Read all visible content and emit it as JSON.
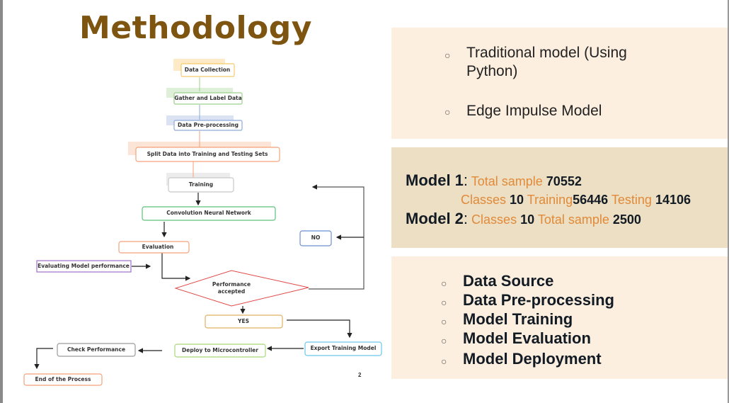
{
  "slide": {
    "title": "Methodology",
    "page_number": "2"
  },
  "flowchart": {
    "nodes": {
      "data_collection": "Data Collection",
      "gather_label": "Gather and Label Data",
      "preprocessing": "Data Pre-processing",
      "split": "Split Data into Training and Testing Sets",
      "training": "Training",
      "cnn": "Convolution Neural Network",
      "evaluation": "Evaluation",
      "evaluating_perf": "Evaluating Model performance",
      "decision_line1": "Performance",
      "decision_line2": "accepted",
      "no": "NO",
      "yes": "YES",
      "export": "Export Training Model",
      "deploy": "Deploy to Microcontroller",
      "check": "Check Performance",
      "end": "End of the Process"
    },
    "colors": {
      "data_collection": "#f5c96a",
      "gather_label": "#9ccf8a",
      "preprocessing": "#8eaadb",
      "split": "#f4a27a",
      "training": "#c8c8c8",
      "cnn": "#5cc27a",
      "evaluation": "#f4a27a",
      "evaluating_perf": "#a070c8",
      "decision": "#e04848",
      "no": "#6a8fd0",
      "yes": "#e0b060",
      "export": "#6ac8ea",
      "deploy": "#a8d87a",
      "check": "#9a9a9a",
      "end": "#f4a27a"
    }
  },
  "panel_models": {
    "items": [
      "Traditional model (Using Python)",
      "Edge Impulse Model"
    ],
    "item1_line1": "Traditional model (Using",
    "item1_line2": "Python)",
    "item2": "Edge Impulse Model"
  },
  "panel_stats": {
    "model1_label": "Model 1",
    "model1_total_label": "Total sample",
    "model1_total": "70552",
    "model1_classes_label": "Classes",
    "model1_classes": "10",
    "model1_training_label": "Training",
    "model1_training": "56446",
    "model1_testing_label": "Testing",
    "model1_testing": "14106",
    "model2_label": "Model 2",
    "model2_classes_label": "Classes",
    "model2_classes": "10",
    "model2_total_label": "Total sample",
    "model2_total": "2500",
    "accent_color": "#e08a3a"
  },
  "panel_steps": {
    "items": [
      "Data Source",
      "Data Pre-processing",
      "Model Training",
      "Model Evaluation",
      "Model Deployment"
    ]
  }
}
